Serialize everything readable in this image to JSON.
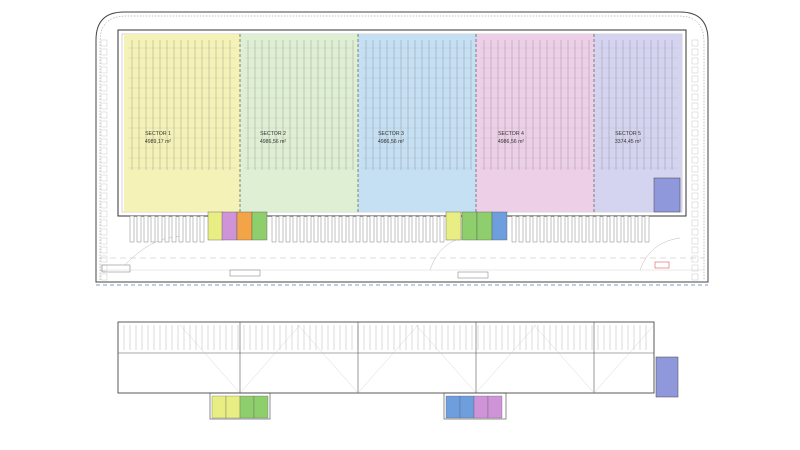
{
  "sectors": [
    {
      "id": 1,
      "name": "SECTOR 1",
      "area": "4989,17 m²",
      "color": "#f4f1b0"
    },
    {
      "id": 2,
      "name": "SECTOR 2",
      "area": "4986,56 m²",
      "color": "#dcedcf"
    },
    {
      "id": 3,
      "name": "SECTOR 3",
      "area": "4986,56 m²",
      "color": "#bfdcf2"
    },
    {
      "id": 4,
      "name": "SECTOR 4",
      "area": "4986,56 m²",
      "color": "#ebcbe6"
    },
    {
      "id": 5,
      "name": "SECTOR 5",
      "area": "3374,45 m²",
      "color": "#cfcfee"
    }
  ],
  "office_colors": {
    "yellow": "#e9ee84",
    "purple": "#cf93d8",
    "orange": "#f2a446",
    "green": "#8fce6c",
    "blue": "#6f9ede",
    "violet": "#9098dc"
  }
}
